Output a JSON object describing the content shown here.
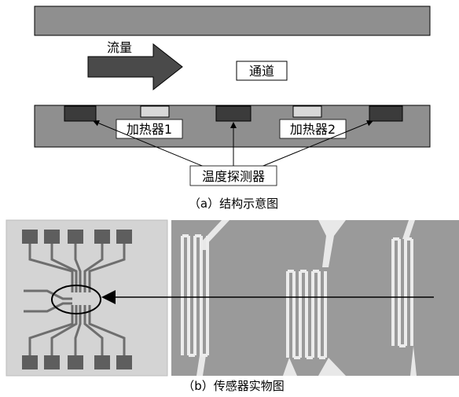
{
  "diagram_a": {
    "flow_label": "流量",
    "channel_label": "通道",
    "heater1_label": "加热器1",
    "heater2_label": "加热器2",
    "detector_label": "温度探测器",
    "caption": "（a）结构示意图",
    "colors": {
      "wall": "#8f8f8f",
      "detector": "#3b3b3b",
      "heater": "#d8d8d8",
      "arrow": "#4a4a4a"
    }
  },
  "photo_b": {
    "caption": "（b）传感器实物图"
  }
}
